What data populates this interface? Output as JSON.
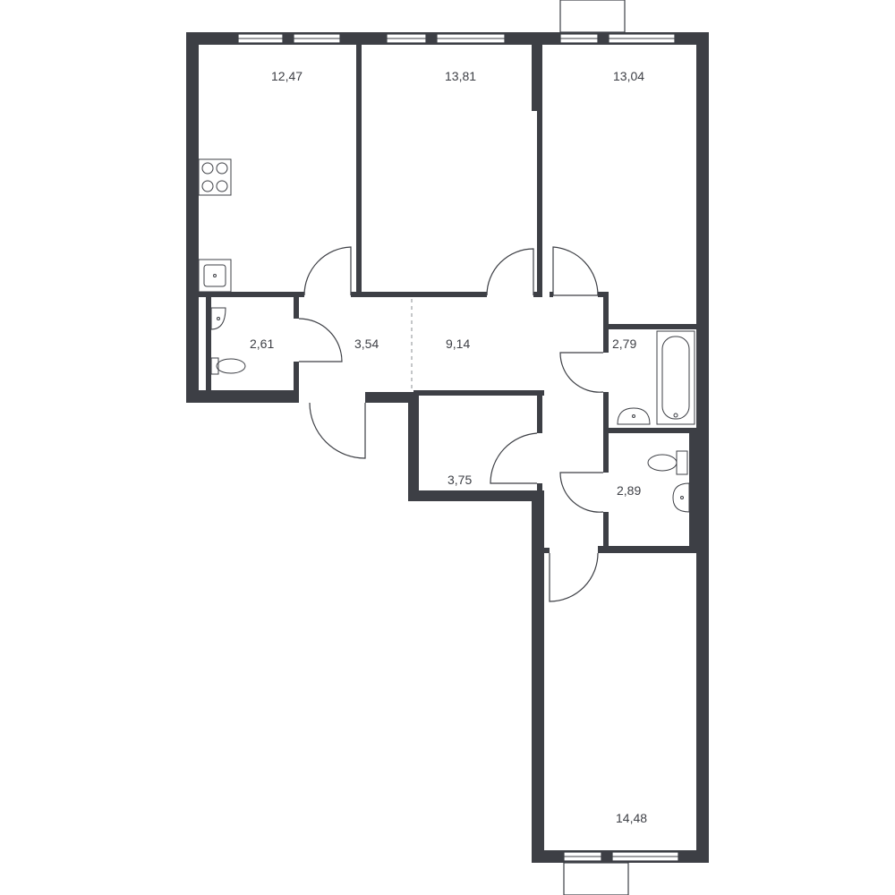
{
  "rooms": {
    "kitchen": {
      "area": "12,47"
    },
    "bedroom_middle": {
      "area": "13,81"
    },
    "bedroom_right": {
      "area": "13,04"
    },
    "toilet": {
      "area": "2,61"
    },
    "hall_left": {
      "area": "3,54"
    },
    "hall_main": {
      "area": "9,14"
    },
    "bathroom": {
      "area": "2,79"
    },
    "storage": {
      "area": "3,75"
    },
    "washroom": {
      "area": "2,89"
    },
    "bedroom_bottom": {
      "area": "14,48"
    }
  },
  "colors": {
    "wall": "#3d3f45",
    "background": "#ffffff"
  }
}
